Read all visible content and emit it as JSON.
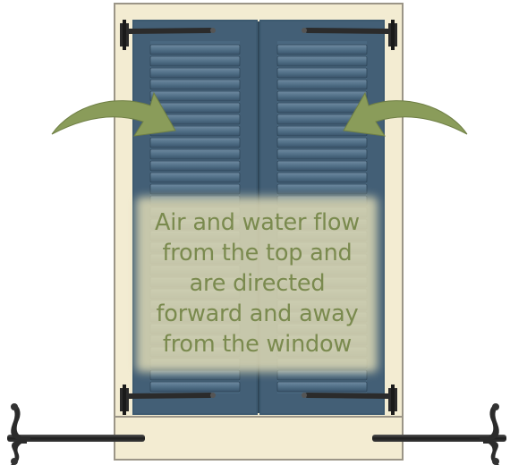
{
  "caption": {
    "lines": [
      "Air and water flow",
      "from the top and",
      "are directed",
      "forward and away",
      "from the window"
    ]
  },
  "colors": {
    "frame_trim": "#f3ecd2",
    "frame_outline": "#9b9587",
    "shutter_blue": "#4a6880",
    "shutter_dark": "#2f4658",
    "hardware_black": "#2b2b2b",
    "arrow_green": "#8a9c5a",
    "caption_text": "#7a8a4e",
    "caption_panel": "#d9d6b3"
  },
  "icons": [
    "air-flow-arrow-left-icon",
    "air-flow-arrow-right-icon",
    "strap-hinge-icon",
    "shutter-dog-icon"
  ]
}
